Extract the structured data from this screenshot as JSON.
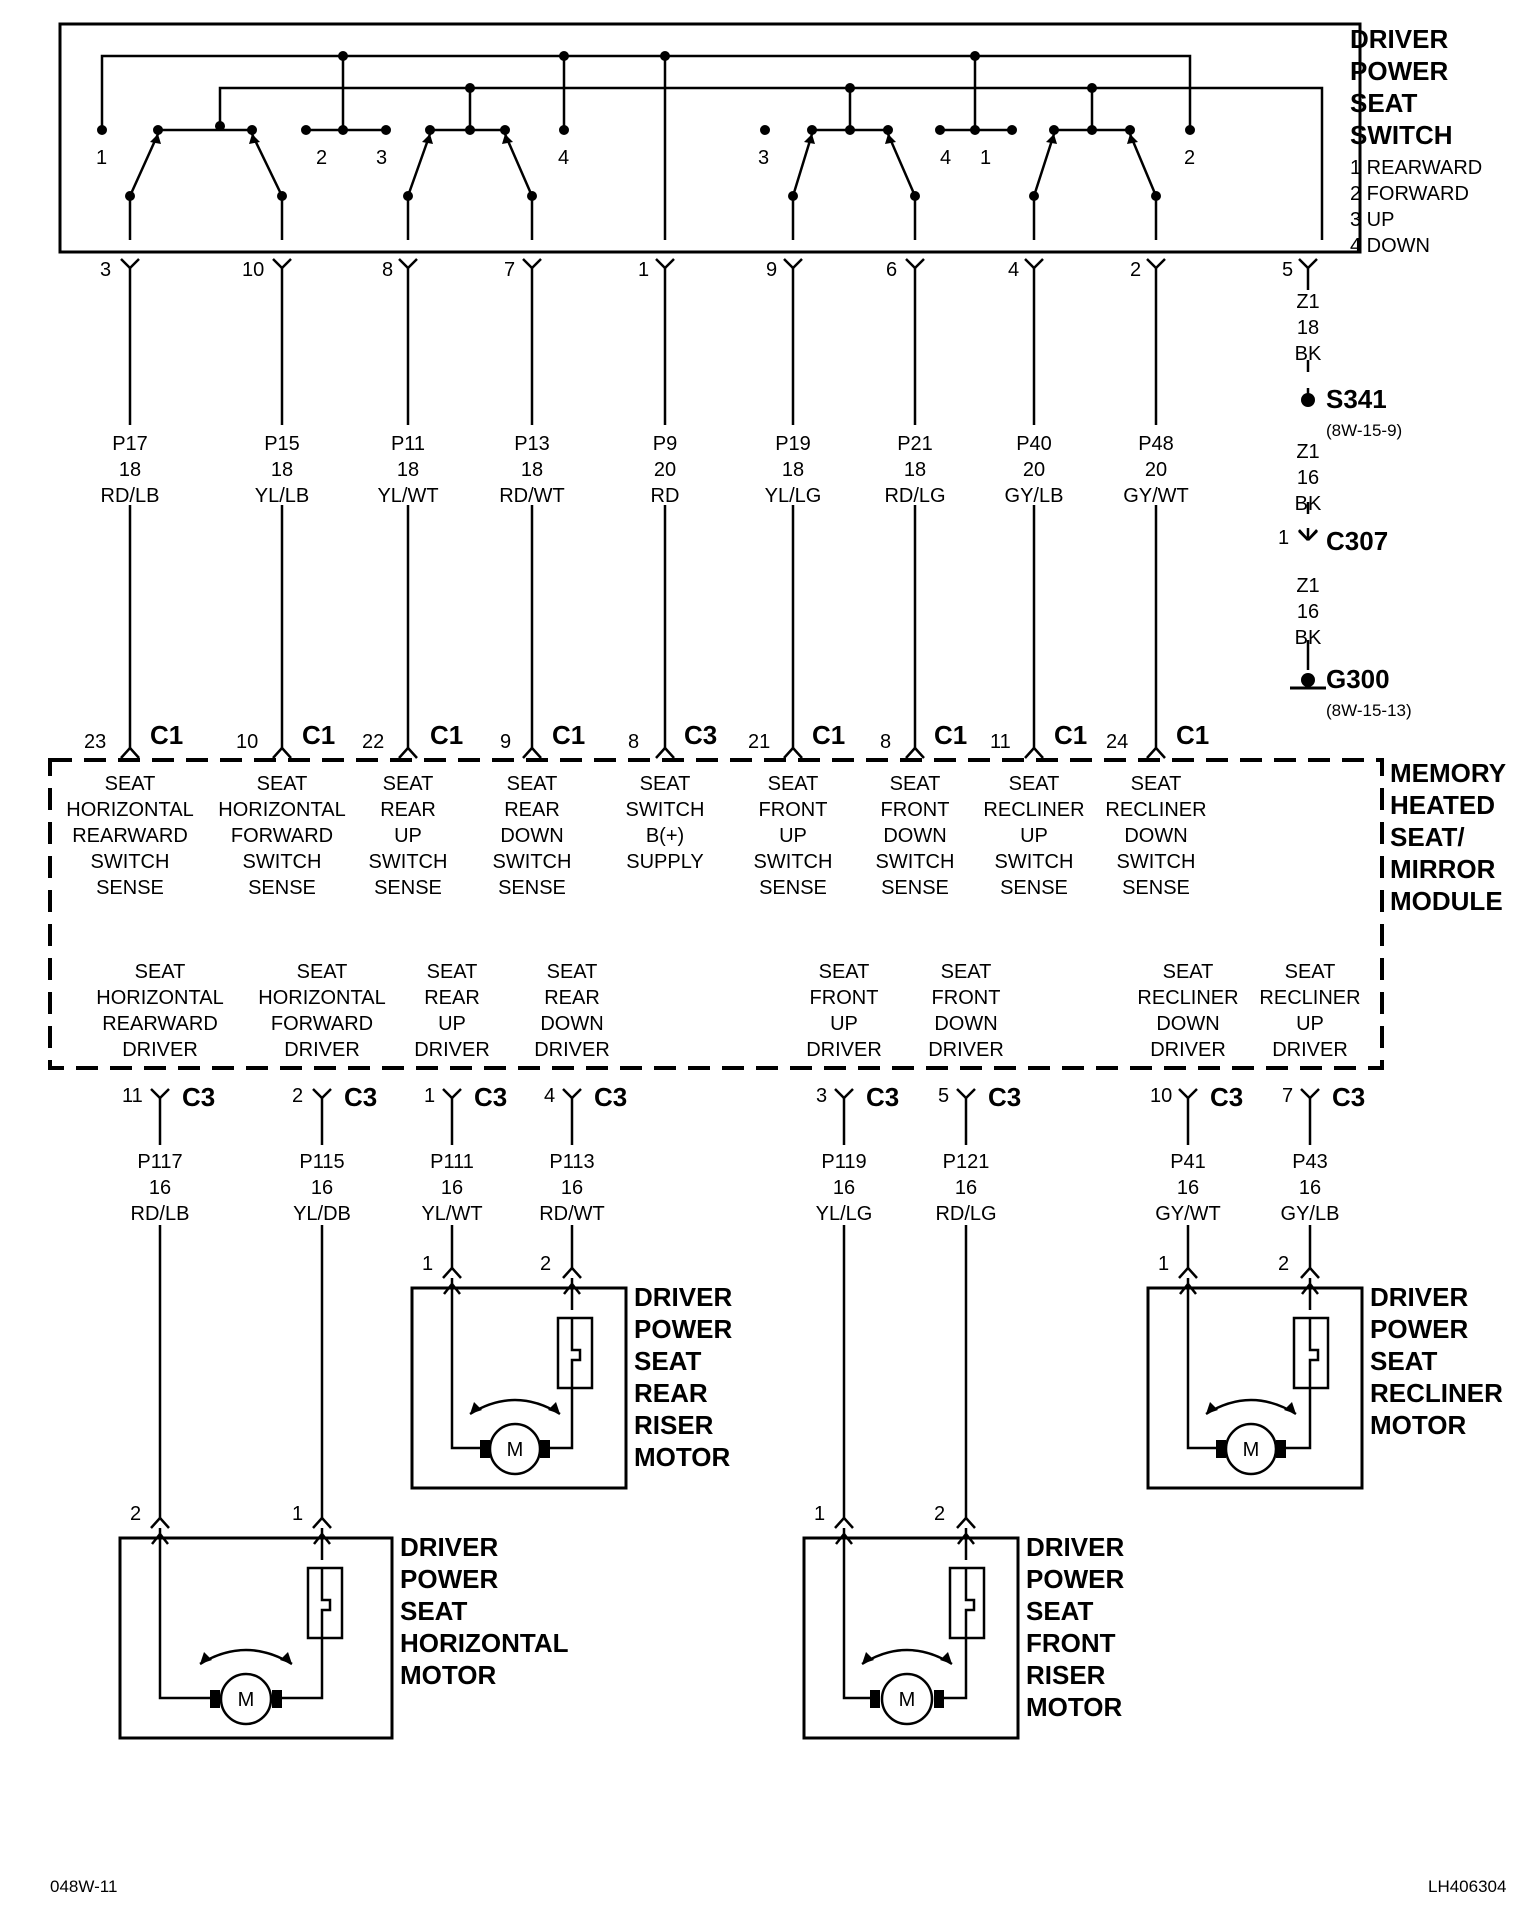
{
  "switch_block": {
    "title": [
      "DRIVER",
      "POWER",
      "SEAT",
      "SWITCH"
    ],
    "legend": [
      "1 REARWARD",
      "2 FORWARD",
      "3 UP",
      "4 DOWN"
    ],
    "internal_numbers": [
      "1",
      "2",
      "3",
      "4",
      "3",
      "4",
      "1",
      "2"
    ],
    "pins": [
      "3",
      "10",
      "8",
      "7",
      "1",
      "9",
      "6",
      "4",
      "2",
      "5"
    ]
  },
  "wires_top": [
    {
      "circuit": "P17",
      "gauge": "18",
      "color": "RD/LB"
    },
    {
      "circuit": "P15",
      "gauge": "18",
      "color": "YL/LB"
    },
    {
      "circuit": "P11",
      "gauge": "18",
      "color": "YL/WT"
    },
    {
      "circuit": "P13",
      "gauge": "18",
      "color": "RD/WT"
    },
    {
      "circuit": "P9",
      "gauge": "20",
      "color": "RD"
    },
    {
      "circuit": "P19",
      "gauge": "18",
      "color": "YL/LG"
    },
    {
      "circuit": "P21",
      "gauge": "18",
      "color": "RD/LG"
    },
    {
      "circuit": "P40",
      "gauge": "20",
      "color": "GY/LB"
    },
    {
      "circuit": "P48",
      "gauge": "20",
      "color": "GY/WT"
    }
  ],
  "ground_path": {
    "wire1": [
      "Z1",
      "18",
      "BK"
    ],
    "splice": "S341",
    "splice_ref": "(8W-15-9)",
    "wire2": [
      "Z1",
      "16",
      "BK"
    ],
    "connector_pin": "1",
    "connector": "C307",
    "wire3": [
      "Z1",
      "16",
      "BK"
    ],
    "ground": "G300",
    "ground_ref": "(8W-15-13)"
  },
  "module": {
    "title": [
      "MEMORY",
      "HEATED",
      "SEAT/",
      "MIRROR",
      "MODULE"
    ],
    "inputs": [
      {
        "pin": "23",
        "conn": "C1",
        "lines": [
          "SEAT",
          "HORIZONTAL",
          "REARWARD",
          "SWITCH",
          "SENSE"
        ]
      },
      {
        "pin": "10",
        "conn": "C1",
        "lines": [
          "SEAT",
          "HORIZONTAL",
          "FORWARD",
          "SWITCH",
          "SENSE"
        ]
      },
      {
        "pin": "22",
        "conn": "C1",
        "lines": [
          "SEAT",
          "REAR",
          "UP",
          "SWITCH",
          "SENSE"
        ]
      },
      {
        "pin": "9",
        "conn": "C1",
        "lines": [
          "SEAT",
          "REAR",
          "DOWN",
          "SWITCH",
          "SENSE"
        ]
      },
      {
        "pin": "8",
        "conn": "C3",
        "lines": [
          "SEAT",
          "SWITCH",
          "B(+)",
          "SUPPLY"
        ]
      },
      {
        "pin": "21",
        "conn": "C1",
        "lines": [
          "SEAT",
          "FRONT",
          "UP",
          "SWITCH",
          "SENSE"
        ]
      },
      {
        "pin": "8",
        "conn": "C1",
        "lines": [
          "SEAT",
          "FRONT",
          "DOWN",
          "SWITCH",
          "SENSE"
        ]
      },
      {
        "pin": "11",
        "conn": "C1",
        "lines": [
          "SEAT",
          "RECLINER",
          "UP",
          "SWITCH",
          "SENSE"
        ]
      },
      {
        "pin": "24",
        "conn": "C1",
        "lines": [
          "SEAT",
          "RECLINER",
          "DOWN",
          "SWITCH",
          "SENSE"
        ]
      }
    ],
    "outputs": [
      {
        "pin": "11",
        "conn": "C3",
        "lines": [
          "SEAT",
          "HORIZONTAL",
          "REARWARD",
          "DRIVER"
        ]
      },
      {
        "pin": "2",
        "conn": "C3",
        "lines": [
          "SEAT",
          "HORIZONTAL",
          "FORWARD",
          "DRIVER"
        ]
      },
      {
        "pin": "1",
        "conn": "C3",
        "lines": [
          "SEAT",
          "REAR",
          "UP",
          "DRIVER"
        ]
      },
      {
        "pin": "4",
        "conn": "C3",
        "lines": [
          "SEAT",
          "REAR",
          "DOWN",
          "DRIVER"
        ]
      },
      {
        "pin": "3",
        "conn": "C3",
        "lines": [
          "SEAT",
          "FRONT",
          "UP",
          "DRIVER"
        ]
      },
      {
        "pin": "5",
        "conn": "C3",
        "lines": [
          "SEAT",
          "FRONT",
          "DOWN",
          "DRIVER"
        ]
      },
      {
        "pin": "10",
        "conn": "C3",
        "lines": [
          "SEAT",
          "RECLINER",
          "DOWN",
          "DRIVER"
        ]
      },
      {
        "pin": "7",
        "conn": "C3",
        "lines": [
          "SEAT",
          "RECLINER",
          "UP",
          "DRIVER"
        ]
      }
    ]
  },
  "wires_bottom": [
    {
      "circuit": "P117",
      "gauge": "16",
      "color": "RD/LB"
    },
    {
      "circuit": "P115",
      "gauge": "16",
      "color": "YL/DB"
    },
    {
      "circuit": "P111",
      "gauge": "16",
      "color": "YL/WT"
    },
    {
      "circuit": "P113",
      "gauge": "16",
      "color": "RD/WT"
    },
    {
      "circuit": "P119",
      "gauge": "16",
      "color": "YL/LG"
    },
    {
      "circuit": "P121",
      "gauge": "16",
      "color": "RD/LG"
    },
    {
      "circuit": "P41",
      "gauge": "16",
      "color": "GY/WT"
    },
    {
      "circuit": "P43",
      "gauge": "16",
      "color": "GY/LB"
    }
  ],
  "motors": [
    {
      "title": [
        "DRIVER",
        "POWER",
        "SEAT",
        "REAR",
        "RISER",
        "MOTOR"
      ],
      "pin_a": "1",
      "pin_b": "2",
      "symbol": "M"
    },
    {
      "title": [
        "DRIVER",
        "POWER",
        "SEAT",
        "RECLINER",
        "MOTOR"
      ],
      "pin_a": "1",
      "pin_b": "2",
      "symbol": "M"
    },
    {
      "title": [
        "DRIVER",
        "POWER",
        "SEAT",
        "HORIZONTAL",
        "MOTOR"
      ],
      "pin_a": "2",
      "pin_b": "1",
      "symbol": "M"
    },
    {
      "title": [
        "DRIVER",
        "POWER",
        "SEAT",
        "FRONT",
        "RISER",
        "MOTOR"
      ],
      "pin_a": "1",
      "pin_b": "2",
      "symbol": "M"
    }
  ],
  "footer": {
    "left": "048W-11",
    "right": "LH406304"
  }
}
